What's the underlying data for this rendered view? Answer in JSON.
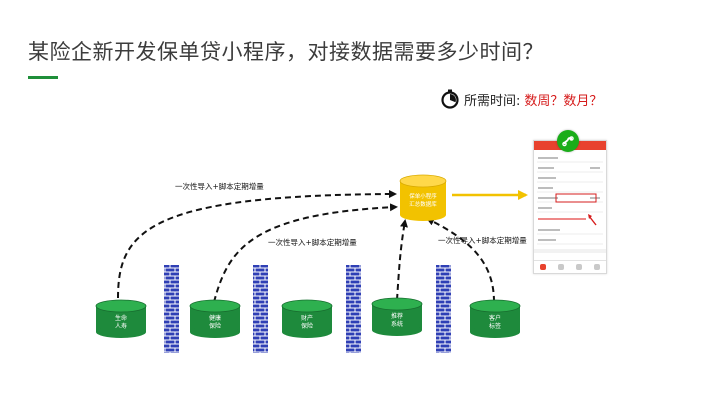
{
  "title": "某险企新开发保单贷小程序，对接数据需要多少时间？",
  "time_label": "所需时间:",
  "time_value": "数周？数月？",
  "colors": {
    "accent_green": "#1f8f3a",
    "db_green": "#1e8a3c",
    "db_gold": "#f2c200",
    "firewall_blue": "#2f3fb5",
    "highlight_red": "#d61c1c"
  },
  "icons": [
    "stopwatch-icon",
    "miniprogram-icon"
  ],
  "central_db": {
    "line1": "保单小程序",
    "line2": "汇总数据库"
  },
  "flow_labels": {
    "left_top": "一次性导入+脚本定期增量",
    "center": "一次性导入+脚本定期增量",
    "right": "一次性导入+脚本定期增量"
  },
  "source_dbs": [
    {
      "line1": "生命",
      "line2": "人寿"
    },
    {
      "line1": "健康",
      "line2": "保险"
    },
    {
      "line1": "财产",
      "line2": "保险"
    },
    {
      "line1": "推荐",
      "line2": "系统"
    },
    {
      "line1": "客户",
      "line2": "标签"
    }
  ]
}
